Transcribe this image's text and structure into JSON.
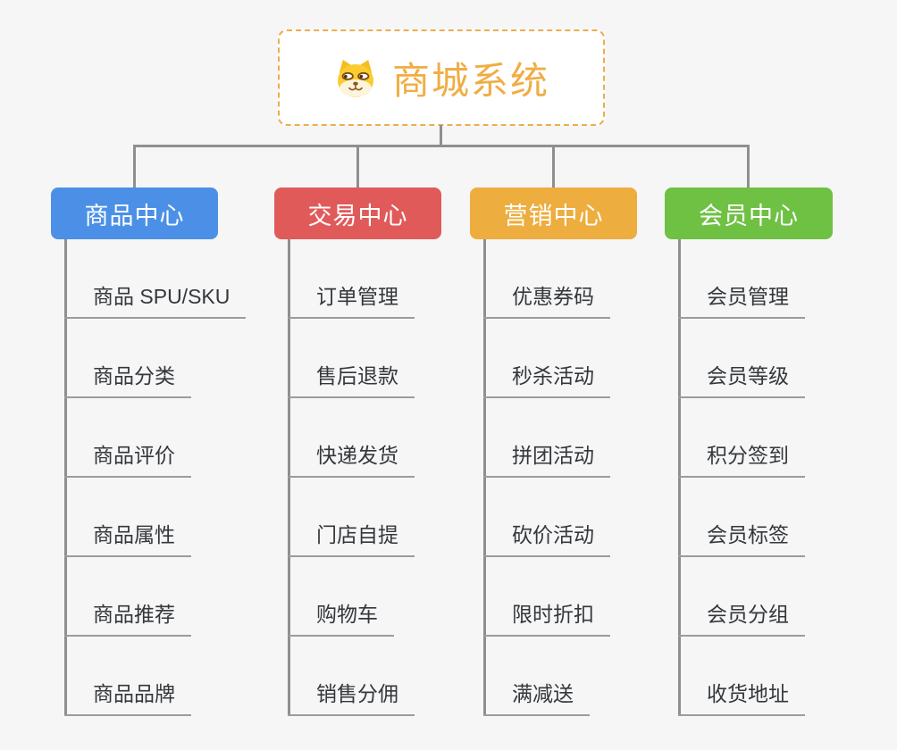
{
  "root": {
    "title": "商城系统",
    "icon": "doge-face-icon"
  },
  "colors": {
    "background": "#F6F6F6",
    "root_text": "#F0AD44",
    "root_border": "#EBAE4E",
    "connector": "#8F8F8F",
    "underline": "#9C9C9C",
    "item_text": "#34373C"
  },
  "branches": [
    {
      "id": "product-center",
      "label": "商品中心",
      "color": "#4B90E6",
      "items": [
        "商品 SPU/SKU",
        "商品分类",
        "商品评价",
        "商品属性",
        "商品推荐",
        "商品品牌"
      ]
    },
    {
      "id": "trade-center",
      "label": "交易中心",
      "color": "#E15A5A",
      "items": [
        "订单管理",
        "售后退款",
        "快递发货",
        "门店自提",
        "购物车",
        "销售分佣"
      ]
    },
    {
      "id": "marketing-center",
      "label": "营销中心",
      "color": "#EDAD3F",
      "items": [
        "优惠券码",
        "秒杀活动",
        "拼团活动",
        "砍价活动",
        "限时折扣",
        "满减送"
      ]
    },
    {
      "id": "member-center",
      "label": "会员中心",
      "color": "#6FC143",
      "items": [
        "会员管理",
        "会员等级",
        "积分签到",
        "会员标签",
        "会员分组",
        "收货地址"
      ]
    }
  ]
}
